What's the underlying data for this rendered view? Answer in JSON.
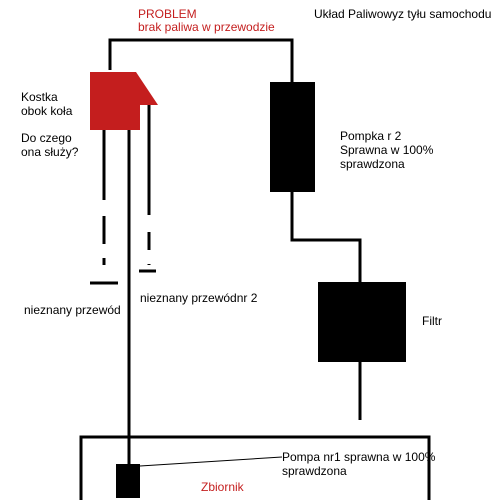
{
  "title": "Układ Paliwowyz tyłu samochodu",
  "problem": {
    "heading": "PROBLEM",
    "detail": "brak paliwa w przewodzie"
  },
  "cube": {
    "label_line1": "Kostka",
    "label_line2": "obok koła",
    "question_line1": "Do czego",
    "question_line2": "ona służy?"
  },
  "pump2": {
    "line1": "Pompka r 2",
    "line2": "Sprawna w 100%",
    "line3": "sprawdzona"
  },
  "filter": {
    "label": "Filtr"
  },
  "unknown_wire_1": "nieznany przewód",
  "unknown_wire_2": "nieznany przewódnr 2",
  "pump1": {
    "line1": "Pompa nr1 sprawna w 100%",
    "line2": "sprawdzona"
  },
  "tank": {
    "label": "Zbiornik"
  },
  "colors": {
    "problem": "#c41e1e",
    "ink": "#000000"
  }
}
